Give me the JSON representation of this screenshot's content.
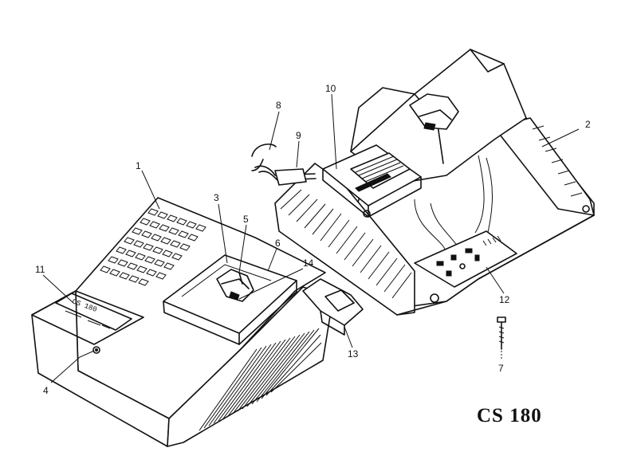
{
  "title": "CS 180",
  "panel": {
    "model_text": "CS 180"
  },
  "callouts": [
    {
      "id": "1",
      "label": "1"
    },
    {
      "id": "2",
      "label": "2"
    },
    {
      "id": "3",
      "label": "3"
    },
    {
      "id": "4",
      "label": "4"
    },
    {
      "id": "5",
      "label": "5"
    },
    {
      "id": "6",
      "label": "6"
    },
    {
      "id": "7",
      "label": "7"
    },
    {
      "id": "8",
      "label": "8"
    },
    {
      "id": "9",
      "label": "9"
    },
    {
      "id": "10",
      "label": "10"
    },
    {
      "id": "11",
      "label": "11"
    },
    {
      "id": "12",
      "label": "12"
    },
    {
      "id": "13",
      "label": "13"
    },
    {
      "id": "14",
      "label": "14"
    }
  ]
}
